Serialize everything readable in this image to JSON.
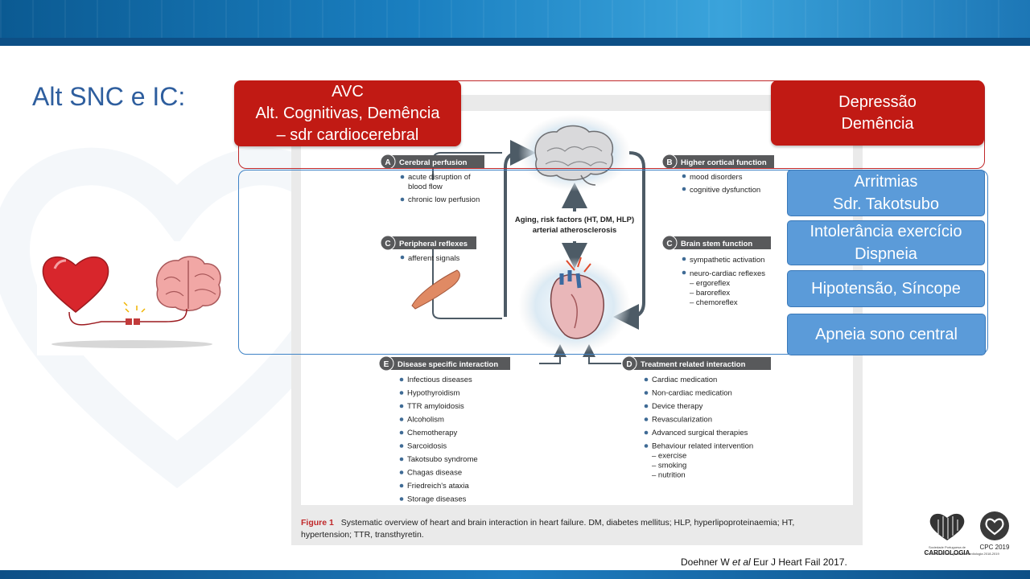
{
  "slide": {
    "title": "Alt SNC e IC:"
  },
  "callouts": {
    "red_left": [
      "AVC",
      "Alt. Cognitivas, Demência",
      "– sdr cardiocerebral"
    ],
    "red_right": [
      "Depressão",
      "Demência"
    ],
    "blue": [
      [
        "Arritmias",
        "Sdr. Takotsubo"
      ],
      [
        "Intolerância exercício",
        "Dispneia"
      ],
      [
        "Hipotensão, Síncope"
      ],
      [
        "Apneia sono central"
      ]
    ]
  },
  "figure": {
    "center_text": [
      "Aging, risk factors (HT, DM, HLP)",
      "arterial atherosclerosis"
    ],
    "sections": {
      "A": {
        "letter": "A",
        "title": "Cerebral perfusion",
        "items": [
          "acute disruption of",
          "blood flow",
          "chronic low perfusion"
        ]
      },
      "B": {
        "letter": "B",
        "title": "Higher cortical function",
        "items": [
          "mood disorders",
          "cognitive dysfunction"
        ]
      },
      "C1": {
        "letter": "C",
        "title": "Peripheral reflexes",
        "items": [
          "afferent signals"
        ]
      },
      "C2": {
        "letter": "C",
        "title": "Brain stem function",
        "items": [
          "sympathetic activation",
          "neuro-cardiac reflexes",
          "– ergoreflex",
          "– baroreflex",
          "– chemoreflex"
        ]
      },
      "E": {
        "letter": "E",
        "title": "Disease specific interaction",
        "items": [
          "Infectious diseases",
          "Hypothyroidism",
          "TTR amyloidosis",
          "Alcoholism",
          "Chemotherapy",
          "Sarcoidosis",
          "Takotsubo syndrome",
          "Chagas disease",
          "Friedreich's ataxia",
          "Storage diseases"
        ]
      },
      "D": {
        "letter": "D",
        "title": "Treatment related interaction",
        "items": [
          "Cardiac medication",
          "Non-cardiac medication",
          "Device therapy",
          "Revascularization",
          "Advanced surgical therapies",
          "Behaviour related intervention",
          "– exercise",
          "– smoking",
          "– nutrition"
        ]
      }
    },
    "caption_label": "Figure 1",
    "caption_line1": "Systematic overview of heart and brain interaction in heart failure. DM, diabetes mellitus; HLP, hyperlipoproteinaemia; HT,",
    "caption_line2": "hypertension; TTR, transthyretin."
  },
  "citation": {
    "authors": "Doehner W ",
    "etal": "et al",
    "rest": " Eur J Heart Fail 2017."
  },
  "logos": {
    "spc_small": "Sociedade Portuguesa de",
    "spc_big": "CARDIOLOGIA",
    "cpc": "CPC 2019",
    "copyright": "© Sociedade Portuguesa de Cardiologia 2018-2019"
  },
  "colors": {
    "red": "#c11a14",
    "blue": "#5b9bd9",
    "title": "#2e5e9e",
    "section_header": "#58595b",
    "caption_red": "#c0282a"
  }
}
